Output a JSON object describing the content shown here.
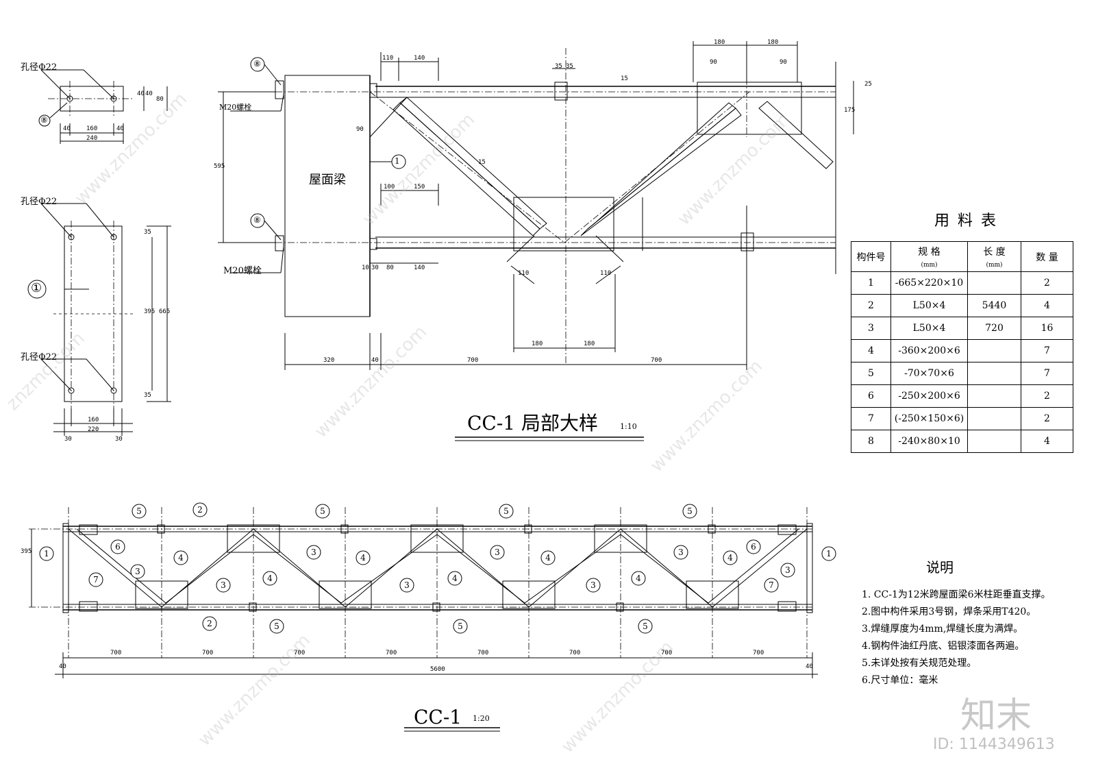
{
  "detail_view": {
    "title": "CC-1 局部大样",
    "scale": "1:10",
    "beam_label": "屋面梁",
    "bolt_label": "M20螺栓",
    "part_no": "⑧",
    "dims": {
      "top": [
        "110",
        "140",
        "35",
        "35",
        "15",
        "180",
        "180",
        "90",
        "90"
      ],
      "mid": [
        "100",
        "150"
      ],
      "bottom_row": [
        "10",
        "30",
        "80",
        "140"
      ],
      "bottom": [
        "320",
        "40",
        "700",
        "700"
      ],
      "center_bottom": [
        "180",
        "180"
      ],
      "height": "595",
      "right": [
        "25",
        "175"
      ],
      "angles": [
        "90",
        "15",
        "110",
        "110"
      ]
    }
  },
  "plate_8": {
    "hole_label": "孔径Φ22",
    "dims": [
      "40",
      "160",
      "40",
      "240",
      "40",
      "40",
      "80"
    ],
    "part_no": "⑧"
  },
  "plate_1": {
    "hole_label": "孔径Φ22",
    "dims": [
      "160",
      "220",
      "30",
      "30",
      "395",
      "665",
      "35",
      "35"
    ],
    "part_no": "①"
  },
  "elevation": {
    "title": "CC-1",
    "scale": "1:20",
    "spans": [
      "700",
      "700",
      "700",
      "700",
      "700",
      "700",
      "700",
      "700"
    ],
    "total": "5600",
    "ends": [
      "40",
      "40"
    ],
    "height": "395"
  },
  "material_table": {
    "title": "用料表",
    "headers": [
      "构件号",
      "规  格",
      "(mm)",
      "长 度",
      "(mm)",
      "数 量"
    ],
    "rows": [
      [
        "1",
        "-665×220×10",
        "",
        "2"
      ],
      [
        "2",
        "L50×4",
        "5440",
        "4"
      ],
      [
        "3",
        "L50×4",
        "720",
        "16"
      ],
      [
        "4",
        "-360×200×6",
        "",
        "7"
      ],
      [
        "5",
        "-70×70×6",
        "",
        "7"
      ],
      [
        "6",
        "-250×200×6",
        "",
        "2"
      ],
      [
        "7",
        "(-250×150×6)",
        "",
        "2"
      ],
      [
        "8",
        "-240×80×10",
        "",
        "4"
      ]
    ]
  },
  "notes": {
    "title": "说明",
    "items": [
      "1. CC-1为12米跨屋面梁6米柱距垂直支撑。",
      "2.图中构件采用3号钢，焊条采用T420。",
      "3.焊缝厚度为4mm,焊缝长度为满焊。",
      "4.钢构件油红丹底、铝银漆面各两遍。",
      "5.未详处按有关规范处理。",
      "6.尺寸单位：毫米"
    ]
  },
  "watermark": {
    "logo": "知末",
    "id": "ID: 1144349613",
    "site": "znzmo.com"
  }
}
